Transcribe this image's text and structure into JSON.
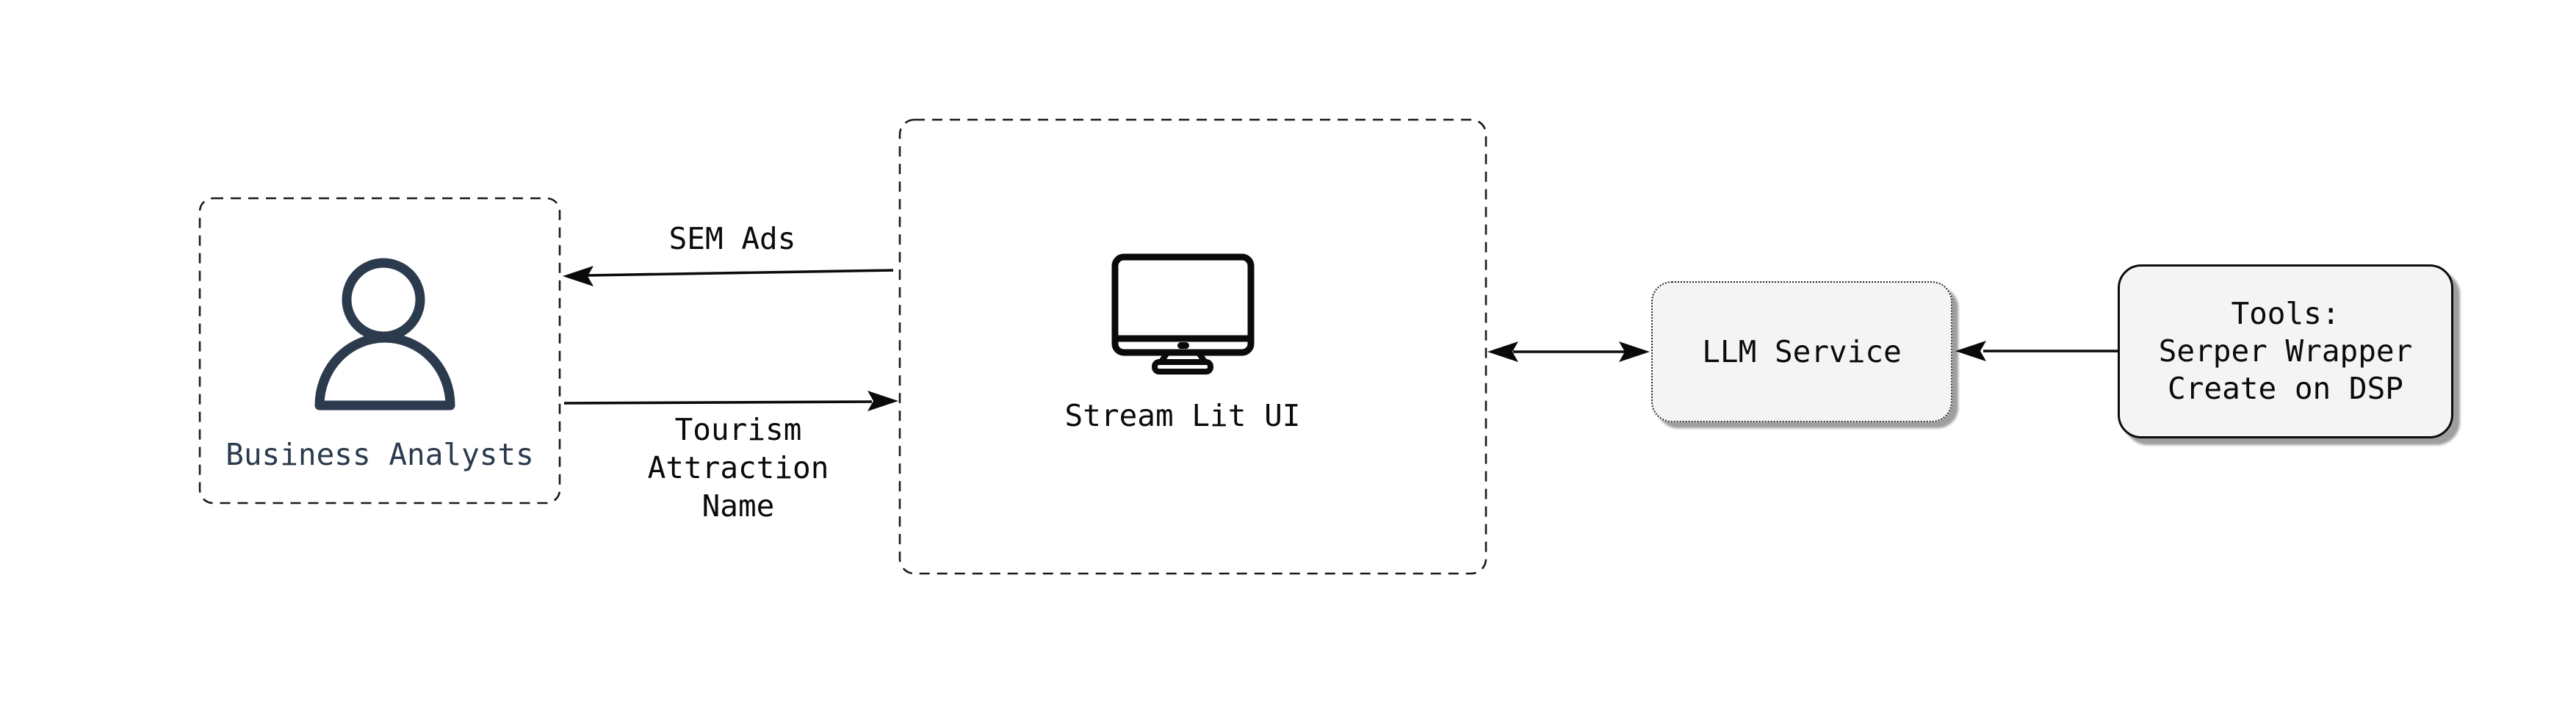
{
  "diagram": {
    "nodes": {
      "business_analysts": {
        "label": "Business Analysts",
        "icon": "user-icon",
        "border": "dashed"
      },
      "stream_lit_ui": {
        "label": "Stream Lit UI",
        "icon": "monitor-icon",
        "border": "dashed"
      },
      "llm_service": {
        "label": "LLM Service",
        "border": "dotted",
        "fill": "#f4f4f4"
      },
      "tools": {
        "line1": "Tools:",
        "line2": "Serper Wrapper",
        "line3": "Create on DSP",
        "border": "solid",
        "fill": "#f4f4f4"
      }
    },
    "edges": {
      "sem_ads": {
        "label": "SEM Ads",
        "from": "stream_lit_ui",
        "to": "business_analysts",
        "arrow": "left"
      },
      "tourism_attraction_name": {
        "line1": "Tourism",
        "line2": "Attraction",
        "line3": "Name",
        "from": "business_analysts",
        "to": "stream_lit_ui",
        "arrow": "right"
      },
      "ui_llm": {
        "from": "stream_lit_ui",
        "to": "llm_service",
        "arrow": "both"
      },
      "tools_llm": {
        "from": "tools",
        "to": "llm_service",
        "arrow": "left"
      }
    },
    "colors": {
      "background": "#ffffff",
      "ink": "#0a0a0a",
      "person_navy": "#2b3b4d",
      "node_fill": "#f4f4f4",
      "shadow_gray": "#9e9e9e",
      "dashed_border": "#1a1a1a"
    }
  }
}
